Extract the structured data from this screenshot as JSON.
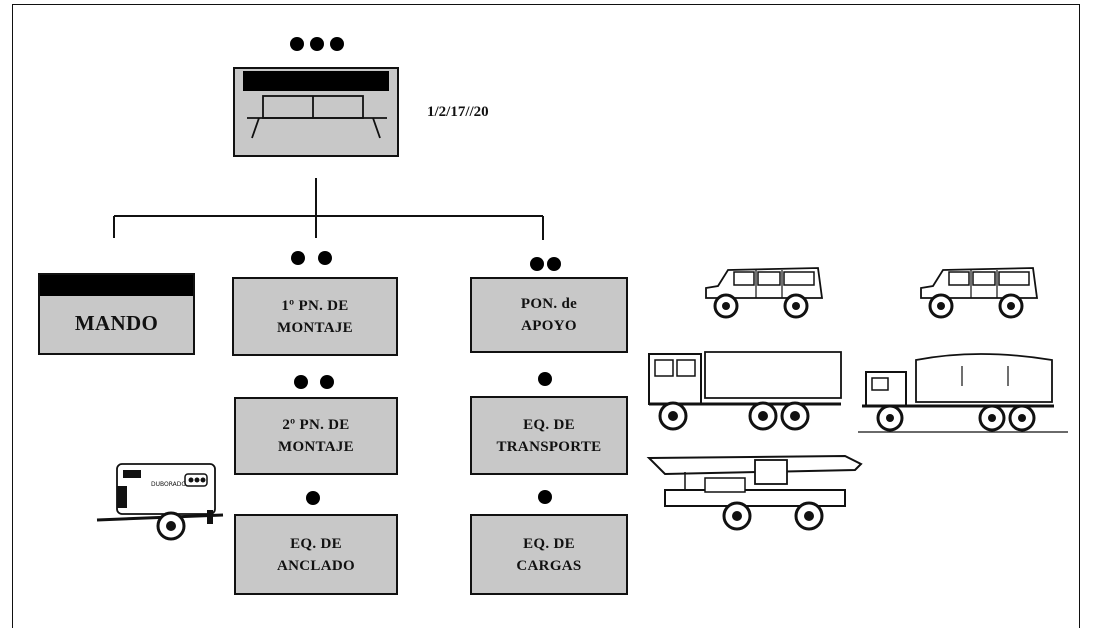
{
  "code_label": "1/2/17//20",
  "boxes": {
    "mando": "MANDO",
    "pn1": [
      "1º PN. DE",
      "MONTAJE"
    ],
    "pn2": [
      "2º PN. DE",
      "MONTAJE"
    ],
    "anclado": [
      "EQ. DE",
      "ANCLADO"
    ],
    "apoyo": [
      "PON. de",
      "APOYO"
    ],
    "transporte": [
      "EQ. DE",
      "TRANSPORTE"
    ],
    "cargas": [
      "EQ. DE",
      "CARGAS"
    ]
  },
  "rank_marks": {
    "headquarters": 3,
    "pn1": 2,
    "apoyo": 2,
    "pn2": 2,
    "anclado": 1,
    "transporte": 1,
    "cargas": 1
  },
  "vehicle_icons": [
    "generator-trailer-icon",
    "jeep-icon",
    "jeep-icon",
    "covered-truck-icon",
    "covered-truck-icon",
    "crane-truck-icon"
  ],
  "colors": {
    "box_fill": "#c8c8c8",
    "ink": "#000000"
  }
}
